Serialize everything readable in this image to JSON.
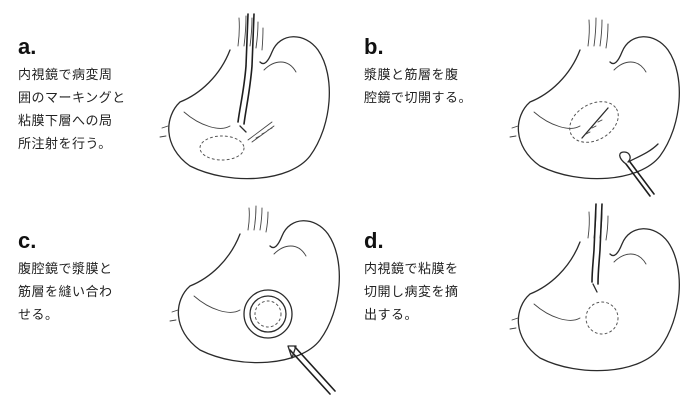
{
  "panels": [
    {
      "label": "a.",
      "lines": [
        "内視鏡で病変周",
        "囲のマーキングと",
        "粘膜下層への局",
        "所注射を行う。"
      ]
    },
    {
      "label": "b.",
      "lines": [
        "漿膜と筋層を腹",
        "腔鏡で切開する。"
      ]
    },
    {
      "label": "c.",
      "lines": [
        "腹腔鏡で漿膜と",
        "筋層を縫い合わ",
        "せる。"
      ]
    },
    {
      "label": "d.",
      "lines": [
        "内視鏡で粘膜を",
        "切開し病変を摘",
        "出する。"
      ]
    }
  ],
  "icons": [
    "stomach-illustration",
    "endoscope-icon",
    "laparoscope-icon",
    "suture-icon"
  ],
  "colors": {
    "ink": "#2b2b2b",
    "text": "#222222",
    "background": "#ffffff"
  }
}
